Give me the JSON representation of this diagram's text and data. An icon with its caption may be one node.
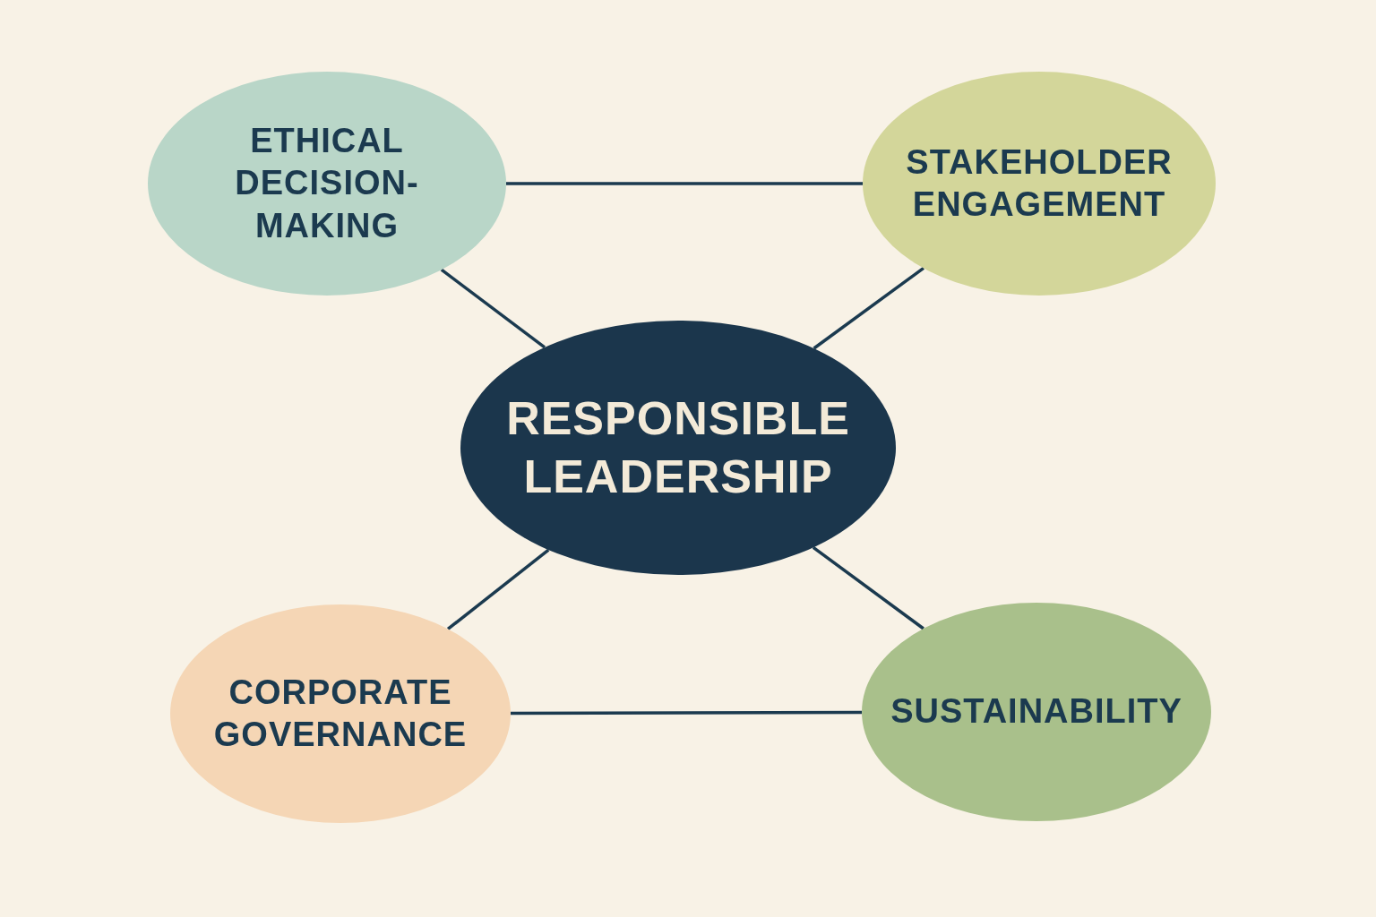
{
  "diagram": {
    "nodes": [
      {
        "text": [
          "ETHICAL DECISION-MAKING"
        ]
      },
      {
        "text": [
          "STAKEHOLDER ENGAGEMENT"
        ]
      },
      {
        "text": [
          "RESPONSIBLE LEADERSHIP"
        ]
      },
      {
        "text": [
          "CORPORATE GOVERNANCE"
        ]
      },
      {
        "text": [
          "SUSTAINABILITY"
        ]
      }
    ],
    "edges": [
      {
        "from": 0,
        "to": 1,
        "arrow": "none"
      },
      {
        "from": 0,
        "to": 2,
        "arrow": "none"
      },
      {
        "from": 1,
        "to": 2,
        "arrow": "none"
      },
      {
        "from": 2,
        "to": 3,
        "arrow": "none"
      },
      {
        "from": 2,
        "to": 4,
        "arrow": "none"
      },
      {
        "from": 3,
        "to": 4,
        "arrow": "none"
      }
    ]
  }
}
